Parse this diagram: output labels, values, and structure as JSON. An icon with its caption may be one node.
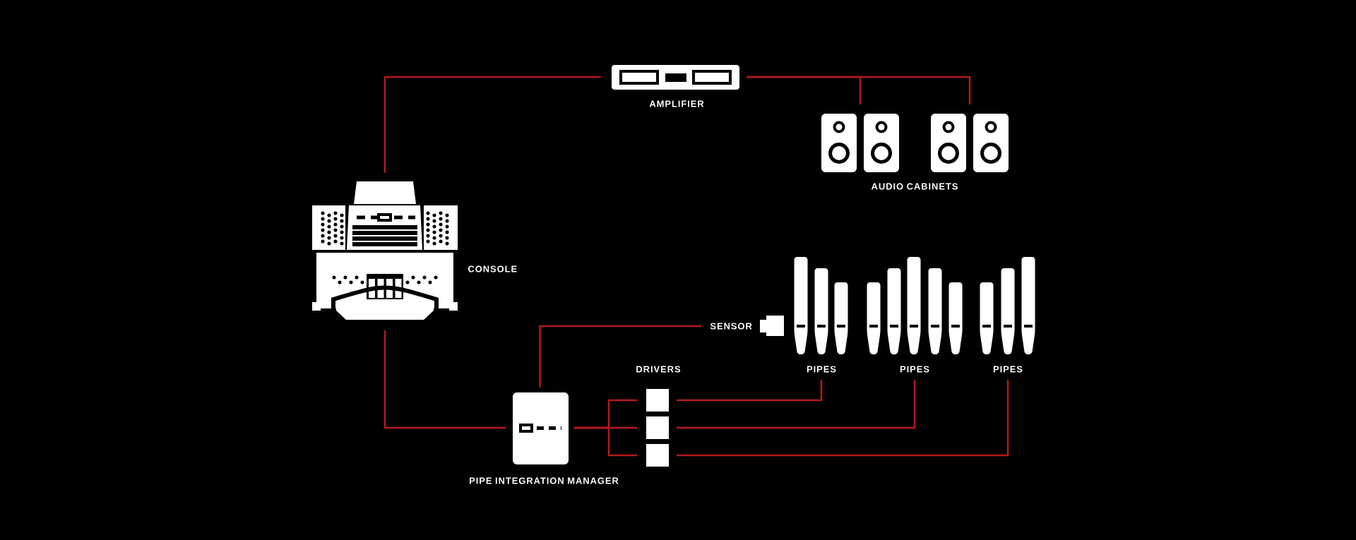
{
  "diagram": {
    "nodes": [
      {
        "text": [
          "AMPLIFIER"
        ]
      },
      {
        "text": [],
        "shape": "picture"
      },
      {
        "text": [],
        "shape": "picture"
      },
      {
        "text": [
          "CONSOLE"
        ]
      },
      {
        "text": [
          "PIPE INTEGRATION MANAGER"
        ]
      },
      {
        "text": [
          "SENSOR"
        ]
      },
      {
        "text": [],
        "shape": "box"
      },
      {
        "text": [],
        "shape": "box"
      },
      {
        "text": [],
        "shape": "box"
      },
      {
        "text": [
          "PIPES"
        ]
      },
      {
        "text": [
          "PIPES"
        ]
      },
      {
        "text": [
          "PIPES"
        ]
      }
    ],
    "edges": [
      {
        "from": 0,
        "to": 1,
        "arrow": "none"
      },
      {
        "from": 0,
        "to": 2,
        "arrow": "none"
      },
      {
        "from": 3,
        "to": 0,
        "arrow": "none"
      },
      {
        "from": 3,
        "to": 4,
        "arrow": "none"
      },
      {
        "from": 4,
        "to": 5,
        "arrow": "none"
      },
      {
        "from": 4,
        "to": 6,
        "arrow": "none"
      },
      {
        "from": 4,
        "to": 7,
        "arrow": "none"
      },
      {
        "from": 4,
        "to": 8,
        "arrow": "none"
      },
      {
        "from": 6,
        "to": 9,
        "arrow": "none"
      },
      {
        "from": 7,
        "to": 10,
        "arrow": "none"
      },
      {
        "from": 8,
        "to": 11,
        "arrow": "none"
      }
    ],
    "labels": [
      "AUDIO CABINETS",
      "DRIVERS"
    ]
  }
}
